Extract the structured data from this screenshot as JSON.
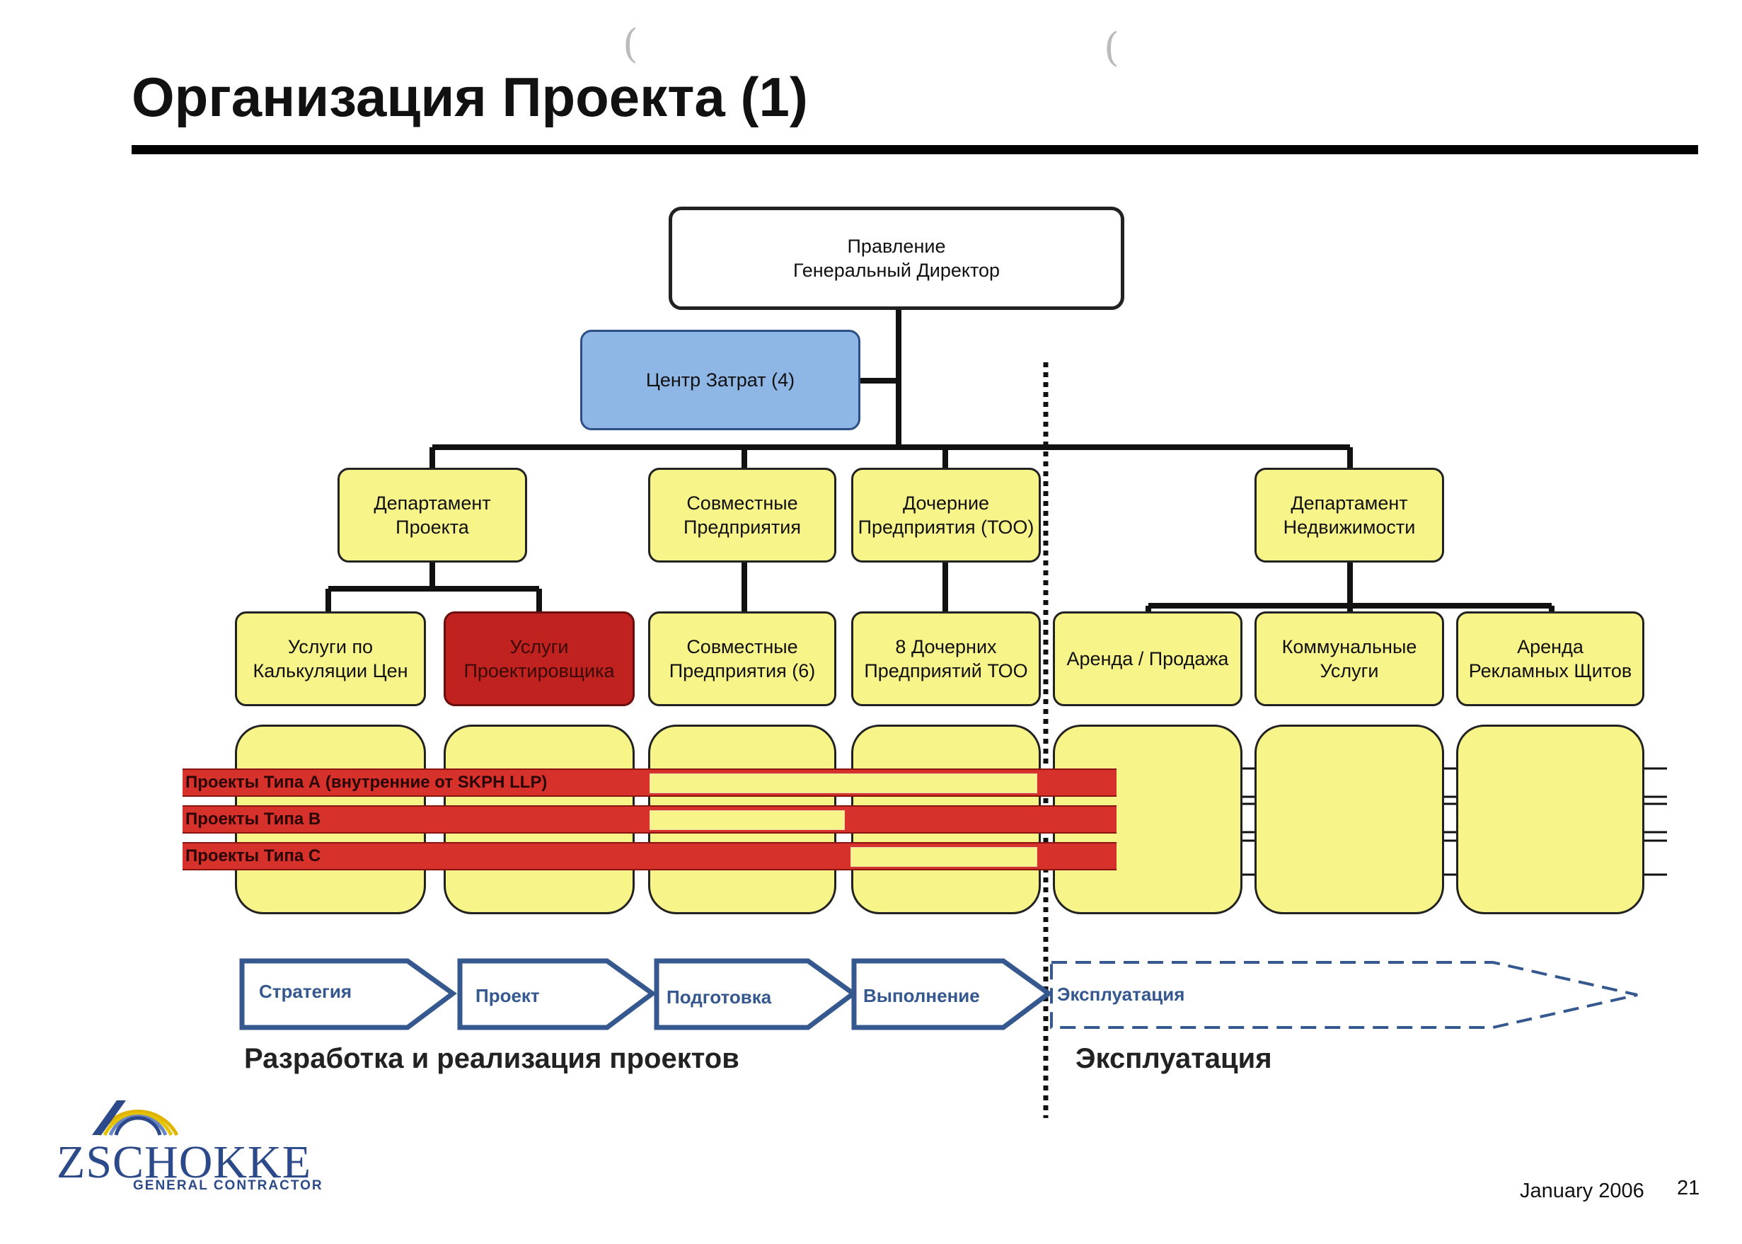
{
  "title": "Организация Проекта (1)",
  "top": {
    "line1": "Правление",
    "line2": "Генеральный Директор"
  },
  "cost_center": "Центр Затрат (4)",
  "level2": [
    {
      "line1": "Департамент",
      "line2": "Проекта"
    },
    {
      "line1": "Совместные",
      "line2": "Предприятия"
    },
    {
      "line1": "Дочерние",
      "line2": "Предприятия (ТОО)"
    },
    {
      "line1": "Департамент",
      "line2": "Недвижимости"
    }
  ],
  "level3": [
    {
      "line1": "Услуги по",
      "line2": "Калькуляции Цен"
    },
    {
      "line1": "Услуги",
      "line2": "Проектировщика"
    },
    {
      "line1": "Совместные",
      "line2": "Предприятия (6)"
    },
    {
      "line1": "8 Дочерних",
      "line2": "Предприятий ТОО"
    },
    {
      "line1": "Аренда / Продажа",
      "line2": ""
    },
    {
      "line1": "Коммунальные",
      "line2": "Услуги"
    },
    {
      "line1": "Аренда",
      "line2": "Рекламных Щитов"
    }
  ],
  "project_types": [
    "Проекты Типа А (внутренние от SKPH LLP)",
    "Проекты Типа В",
    "Проекты Типа С"
  ],
  "phases": [
    "Стратегия",
    "Проект",
    "Подготовка",
    "Выполнение",
    "Эксплуатация"
  ],
  "bottom_left": "Разработка и реализация проектов",
  "bottom_right": "Эксплуатация",
  "logo": {
    "name": "ZSCHOKKE",
    "sub": "GENERAL CONTRACTOR"
  },
  "footer": {
    "date": "January 2006",
    "page": "21"
  },
  "colors": {
    "yellow": "#f7f48a",
    "blue": "#8fb7e6",
    "red": "#c0221f",
    "band": "#d6312a",
    "phase_outline": "#35588f"
  }
}
